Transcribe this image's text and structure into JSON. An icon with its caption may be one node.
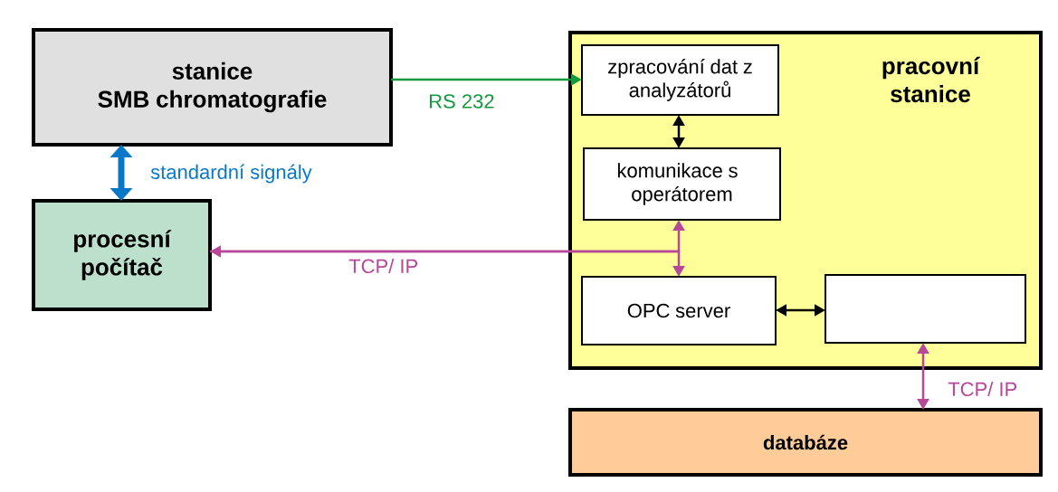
{
  "diagram": {
    "nodes": [
      {
        "text": [
          "stanice SMB chromatografie"
        ]
      },
      {
        "text": [
          "procesní počítač"
        ]
      },
      {
        "text": [
          "pracovní stanice"
        ]
      },
      {
        "text": [
          "zpracování dat z analyzátorů"
        ],
        "in": 2
      },
      {
        "text": [
          "komunikace s operátorem"
        ],
        "in": 2
      },
      {
        "text": [
          "OPC server"
        ],
        "in": 2
      },
      {
        "text": [],
        "shape": "box",
        "in": 2
      },
      {
        "text": [
          "databáze"
        ]
      }
    ],
    "edges": [
      {
        "from": 0,
        "to": 3,
        "arrow": "to",
        "label": "RS 232",
        "color": "#129a3c"
      },
      {
        "from": 0,
        "to": 1,
        "arrow": "both",
        "label": "standardní signály",
        "style": "thick",
        "color": "#0a78c8"
      },
      {
        "from": 3,
        "to": 4,
        "arrow": "both",
        "color": "#000000"
      },
      {
        "from": 1,
        "to": 4,
        "arrow": "both",
        "label": "TCP/ IP",
        "color": "#b8479a"
      },
      {
        "from": 1,
        "to": 5,
        "arrow": "to",
        "color": "#b8479a"
      },
      {
        "from": 5,
        "to": 6,
        "arrow": "both",
        "color": "#000000"
      },
      {
        "from": 6,
        "to": 7,
        "arrow": "both",
        "label": "TCP/ IP",
        "color": "#b8479a"
      }
    ]
  }
}
